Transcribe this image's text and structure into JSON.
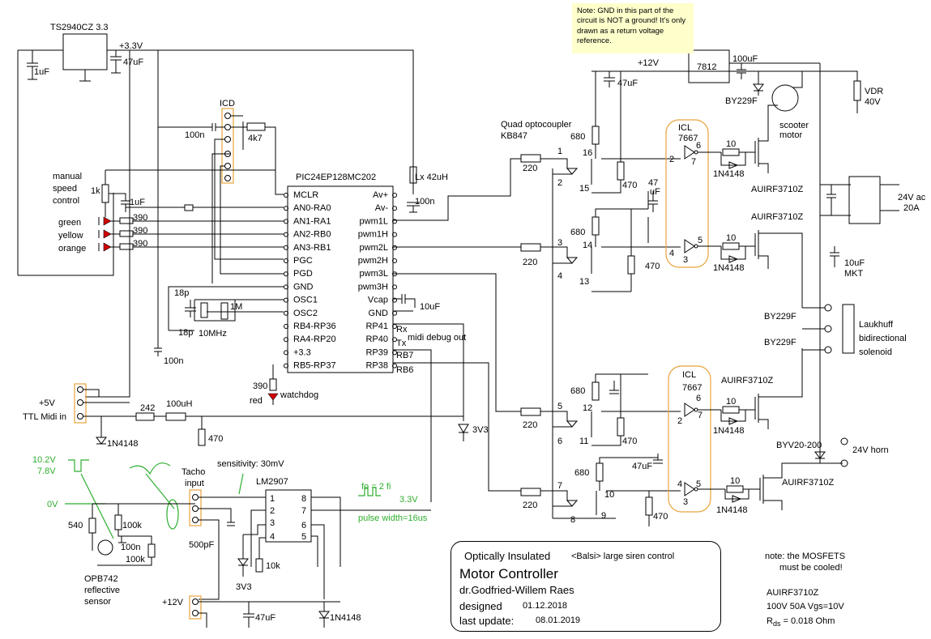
{
  "note": "Note: GND in this part of the circuit is NOT a ground! It's only drawn as a return voltage reference.",
  "title_block": {
    "line1": "Optically Insulated",
    "subtitle": "<Balsi> large siren control",
    "title": "Motor Controller",
    "author": "dr.Godfried-Willem Raes",
    "designed_label": "designed",
    "designed_date": "01.12.2018",
    "updated_label": "last update:",
    "updated_date": "08.01.2019"
  },
  "mosfet_note": {
    "line1": "note: the MOSFETS",
    "line2": "must be  cooled!",
    "part": "AUIRF3710Z",
    "spec": "100V  50A Vgs=10V",
    "rds_sym": "R",
    "rds_sub": "ds",
    "rds_val": "= 0.018 Ohm"
  },
  "mcu": {
    "name": "PIC24EP128MC202",
    "left_pins": [
      "MCLR",
      "AN0-RA0",
      "AN1-RA1",
      "AN2-RB0",
      "AN3-RB1",
      "PGC",
      "PGD",
      "GND",
      "OSC1",
      "OSC2",
      "RB4-RP36",
      "RA4-RP20",
      "+3.3",
      "RB5-RP37"
    ],
    "right_pins": [
      "Av+",
      "Av-",
      "pwm1L",
      "pwm1H",
      "pwm2L",
      "pwm2H",
      "pwm3L",
      "pwm3H",
      "Vcap",
      "GND",
      "RP41",
      "RP40",
      "RP39",
      "RP38"
    ]
  },
  "regulator": {
    "name": "TS2940CZ 3.3",
    "rail": "+3.3V",
    "cap1": "1uF",
    "cap2": "47uF"
  },
  "icd": "ICD",
  "labels": {
    "c100n_a": "100n",
    "r4k7": "4k7",
    "lx": "Lx  42uH",
    "c100n_b": "100n",
    "manual": [
      "manual",
      "speed",
      "control"
    ],
    "pot": "1k",
    "c1uf": "1uF",
    "leds": [
      "green",
      "yellow",
      "orange"
    ],
    "r390": "390",
    "x18p_a": "18p",
    "x18p_b": "18p",
    "r1m": "1M",
    "xtal": "10MHz",
    "c100n_c": "100n",
    "vcap": "10uF",
    "rx": "Rx",
    "tx": "Tx",
    "midi_debug": "midi debug out",
    "rb7": "RB7",
    "rb6": "RB6",
    "wd_r": "390",
    "wd_red": "red",
    "wd_label": "watchdog",
    "plus5": "+5V",
    "ttl": "TTL Midi in",
    "r242": "242",
    "l100u": "100uH",
    "r470": "470",
    "d1n4148": "1N4148",
    "d3v3": "3V3",
    "v10": "10.2V",
    "v7": "7.8V",
    "v0": "0V",
    "sens": "sensitivity: 30mV",
    "tacho": [
      "Tacho",
      "input"
    ],
    "lm": "LM2907",
    "fo": "fo = 2 fi",
    "pw": "pulse width=16us",
    "v33": "3.3V",
    "r540": "540",
    "r100k_a": "100k",
    "c100n_d": "100n",
    "r100k_b": "100k",
    "c500p": "500pF",
    "opb": [
      "OPB742",
      "reflective",
      "sensor"
    ],
    "z3v3": "3V3",
    "r10k": "10k",
    "plus12": "+12V",
    "c47u_b": "47uF",
    "d1n4148_b": "1N4148",
    "quad": [
      "Quad optocoupler",
      "KB847"
    ],
    "r220": "220",
    "r680": "680",
    "r470b": "470",
    "plus12r": "+12V",
    "c47u_top": "47uF",
    "c47u_mid": "47",
    "c47u_mid2": "uF",
    "c47u_low": "47uF",
    "reg7812": "7812",
    "c100uf": "100uF",
    "by229f": "BY229F",
    "scooter": [
      "scooter",
      "motor"
    ],
    "vdr": [
      "VDR",
      "40V"
    ],
    "icl": [
      "ICL",
      "7667"
    ],
    "r10": "10",
    "mosfet": "AUIRF3710Z",
    "v24ac": [
      "24V ac",
      "20A"
    ],
    "mkt": [
      "10uF",
      "MKT"
    ],
    "solenoid": [
      "Laukhuff",
      "bidirectional",
      "solenoid"
    ],
    "byv": "BYV20-200",
    "horn": "24V horn"
  }
}
